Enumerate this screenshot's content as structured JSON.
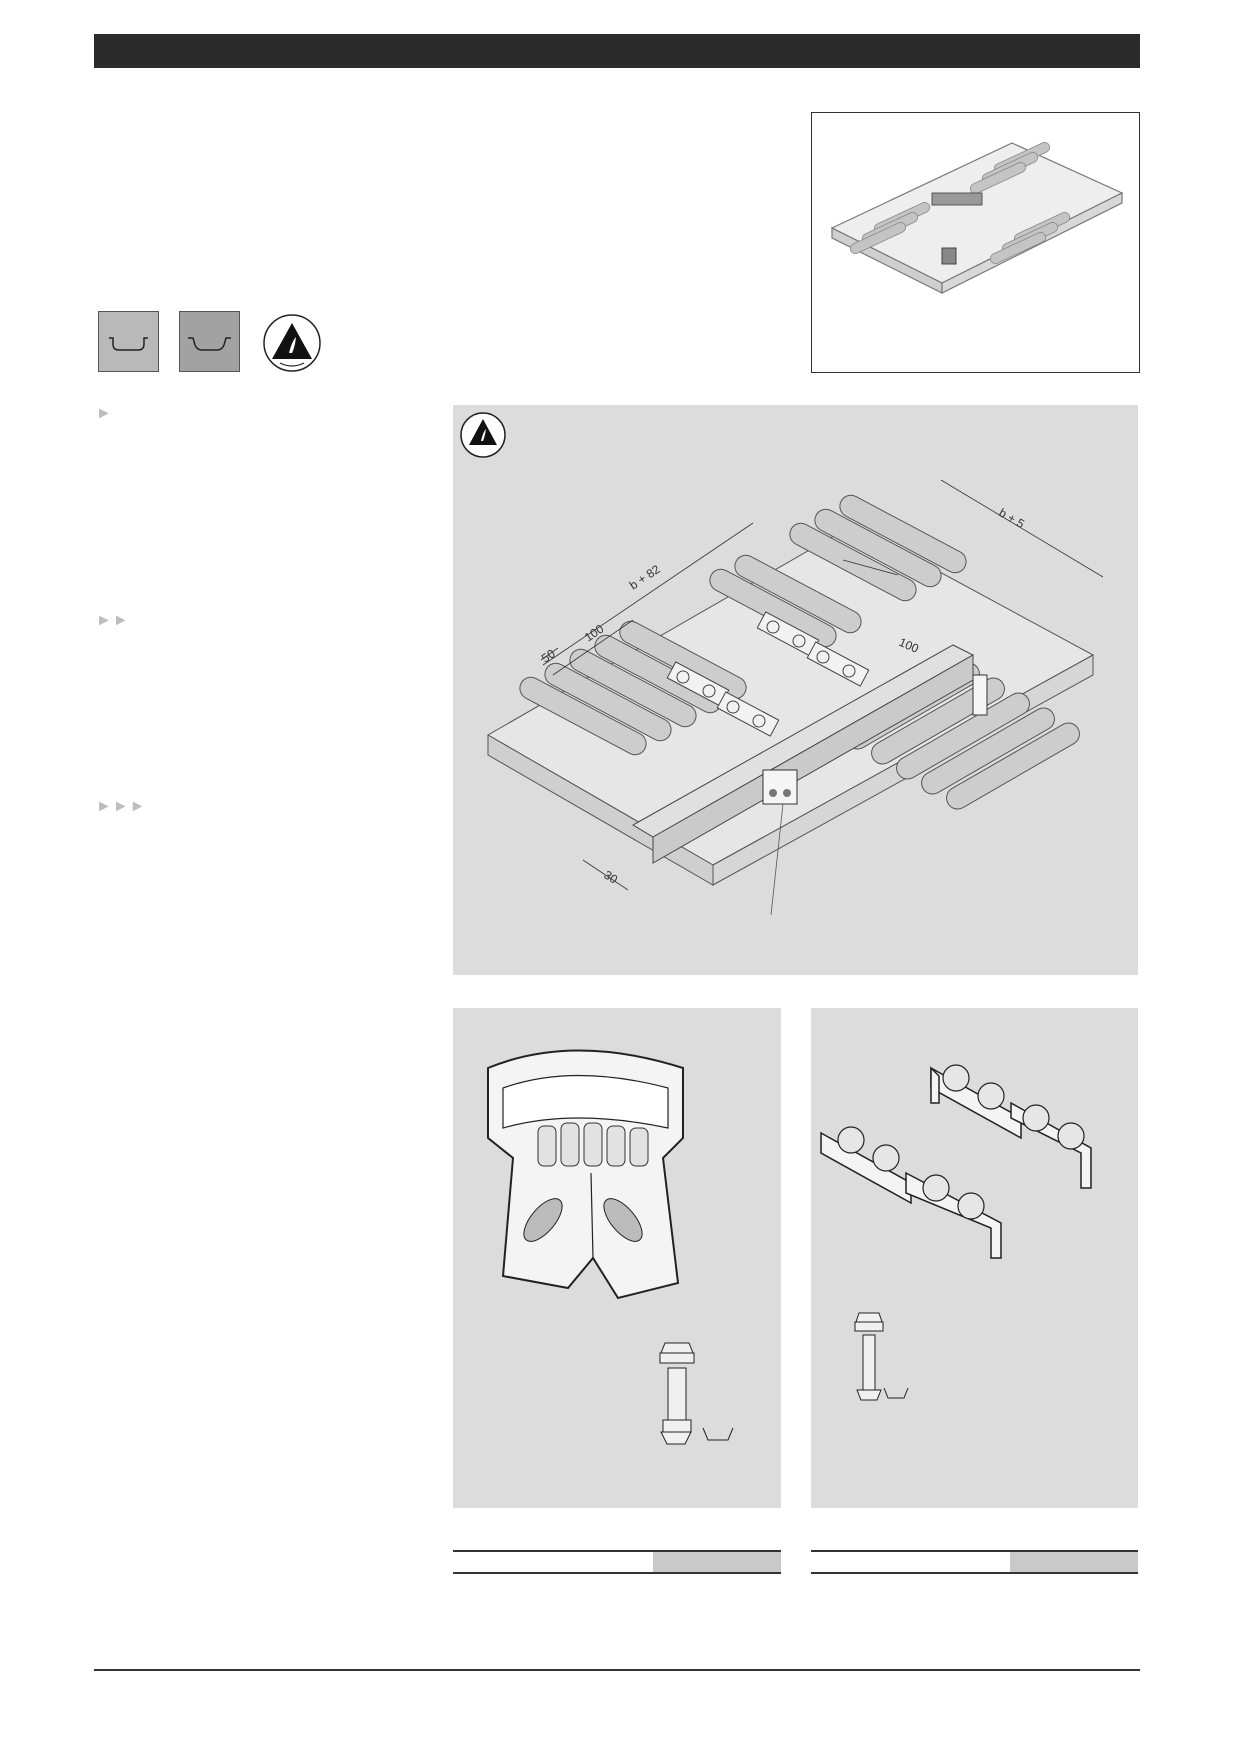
{
  "nav": {
    "bullet1": "►",
    "bullet2": "►►",
    "bullet3": "►►►"
  },
  "icons": {
    "profile_1": "profile-section-icon",
    "profile_2": "profile-section-icon",
    "esd": "esd-warning-icon"
  },
  "drawing": {
    "dim_b82": "b + 82",
    "dim_100a": "100",
    "dim_50": "50",
    "dim_b5": "b + 5",
    "dim_100b": "100",
    "dim_30": "30"
  },
  "colors": {
    "panel": "#dcdcdc",
    "bar": "#2b2b2b",
    "table_shade": "#c9c9c9"
  }
}
